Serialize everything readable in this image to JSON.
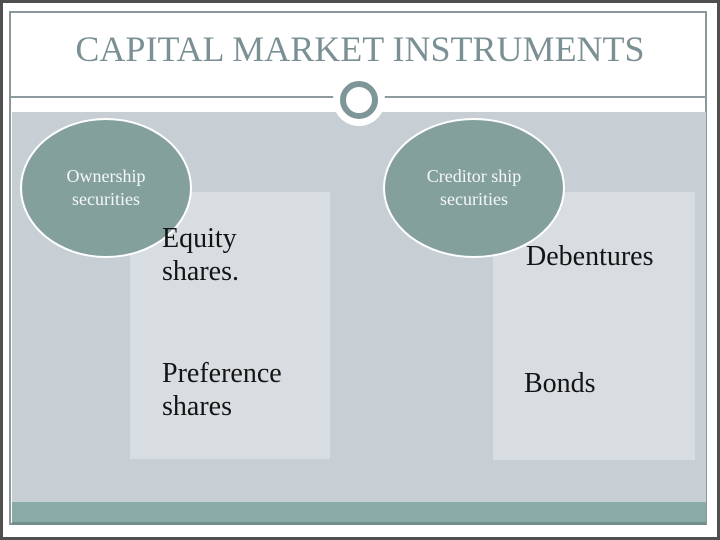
{
  "title": "CAPITAL MARKET INSTRUMENTS",
  "ellipses": [
    {
      "line1": "Ownership",
      "line2": "securities"
    },
    {
      "line1": "Creditor ship",
      "line2": "securities"
    }
  ],
  "boxes": [
    {
      "items": [
        "Equity shares.",
        "Preference shares"
      ]
    },
    {
      "items": [
        "Debentures",
        "Bonds"
      ]
    }
  ],
  "colors": {
    "accent_teal": "#84a09d",
    "footer_band": "#8aaaa7",
    "content_bg": "#c7cfd4",
    "box_bg": "#d7dde0",
    "frame_line": "#8a989b",
    "title_text": "#7b9094",
    "body_text": "#141414"
  }
}
